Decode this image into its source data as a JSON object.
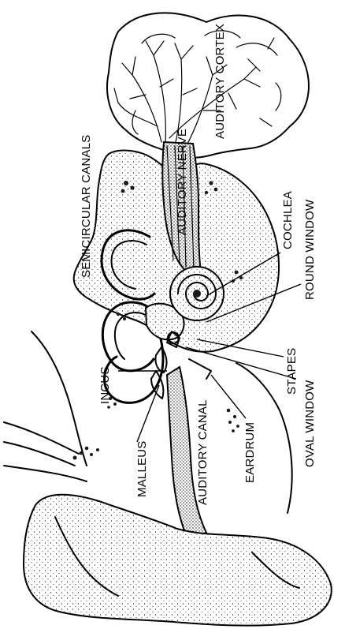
{
  "labels": {
    "auditory_cortex": "AUDITORY CORTEX",
    "auditory_nerve": "AUDITORY NERVE",
    "semicircular_canals": "SEMICIRCULAR CANALS",
    "cochlea": "COCHLEA",
    "round_window": "ROUND WINDOW",
    "incus": "INCUS",
    "stapes": "STAPES",
    "malleus": "MALLEUS",
    "auditory_canal": "AUDITORY CANAL",
    "oval_window": "OVAL WINDOW",
    "eardrum": "EARDRUM"
  }
}
